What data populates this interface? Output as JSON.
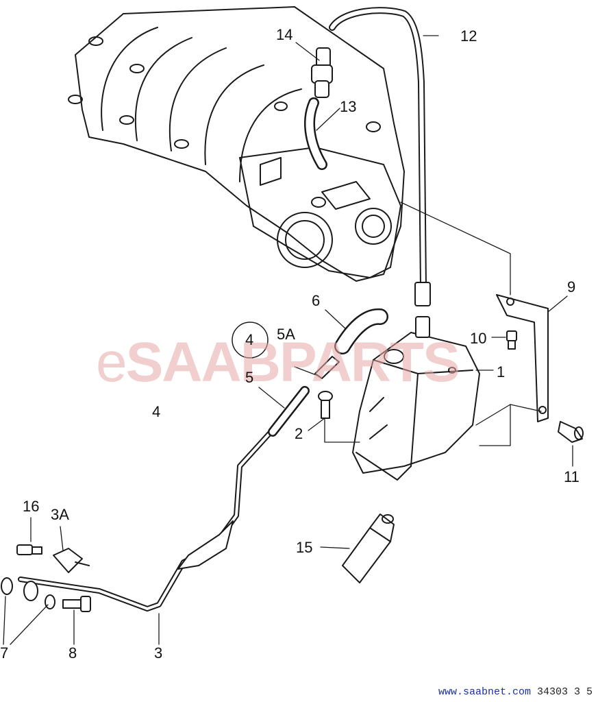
{
  "watermark": {
    "brand_e": "e",
    "brand_rest": "SAABPARTS"
  },
  "footer": {
    "site": "www.saabnet.com",
    "code": "34303 3 5"
  },
  "group_badge": "4",
  "callouts": {
    "c1": "1",
    "c2": "2",
    "c3": "3",
    "c3a": "3A",
    "c4": "4",
    "c5": "5",
    "c5a": "5A",
    "c6": "6",
    "c7": "7",
    "c8": "8",
    "c9": "9",
    "c10": "10",
    "c11": "11",
    "c12": "12",
    "c13": "13",
    "c14": "14",
    "c15": "15",
    "c16": "16"
  },
  "colors": {
    "line": "#1a1a1a",
    "watermark": "#e9a9a9",
    "site_link": "#1a2fa0"
  }
}
